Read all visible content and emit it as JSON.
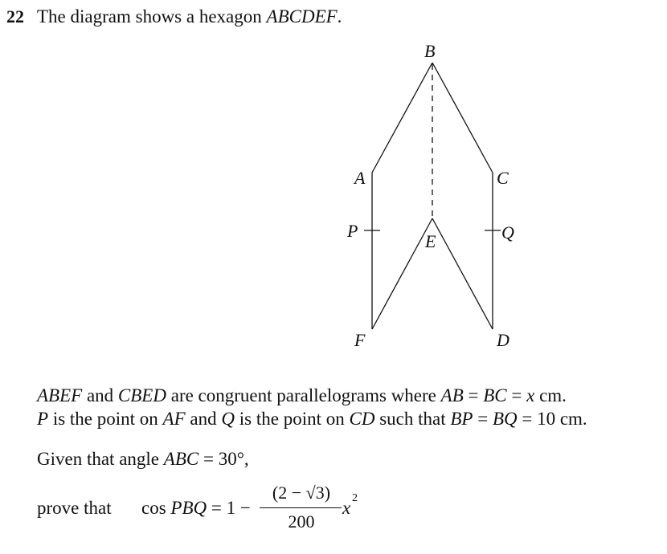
{
  "question": {
    "number": "22",
    "intro": "The diagram shows a hexagon ",
    "shape_name": "ABCDEF",
    "intro_end": "."
  },
  "diagram": {
    "labels": {
      "B": "B",
      "A": "A",
      "C": "C",
      "P": "P",
      "Q": "Q",
      "E": "E",
      "F": "F",
      "D": "D"
    }
  },
  "text": {
    "line1": {
      "p1_i": "ABEF",
      "p2": " and ",
      "p3_i": "CBED",
      "p4": " are congruent parallelograms where ",
      "p5_i": "AB",
      "p6": " = ",
      "p7_i": "BC",
      "p8": " = ",
      "p9_i": "x",
      "p10": " cm."
    },
    "line2": {
      "p1_i": "P",
      "p2": " is the point on ",
      "p3_i": "AF",
      "p4": " and ",
      "p5_i": "Q",
      "p6": " is the point on ",
      "p7_i": "CD",
      "p8": " such that ",
      "p9_i": "BP",
      "p10": " = ",
      "p11_i": "BQ",
      "p12": " = 10 cm."
    },
    "given": {
      "p1": "Given that angle ",
      "p2_i": "ABC",
      "p3": " = 30°,"
    },
    "prove": {
      "label": "prove that",
      "cos": "cos ",
      "angle_i": "PBQ",
      "eq": " = 1 −",
      "numerator": "(2 − √3)",
      "denominator": "200",
      "var_i": "x",
      "exponent": "2"
    }
  }
}
